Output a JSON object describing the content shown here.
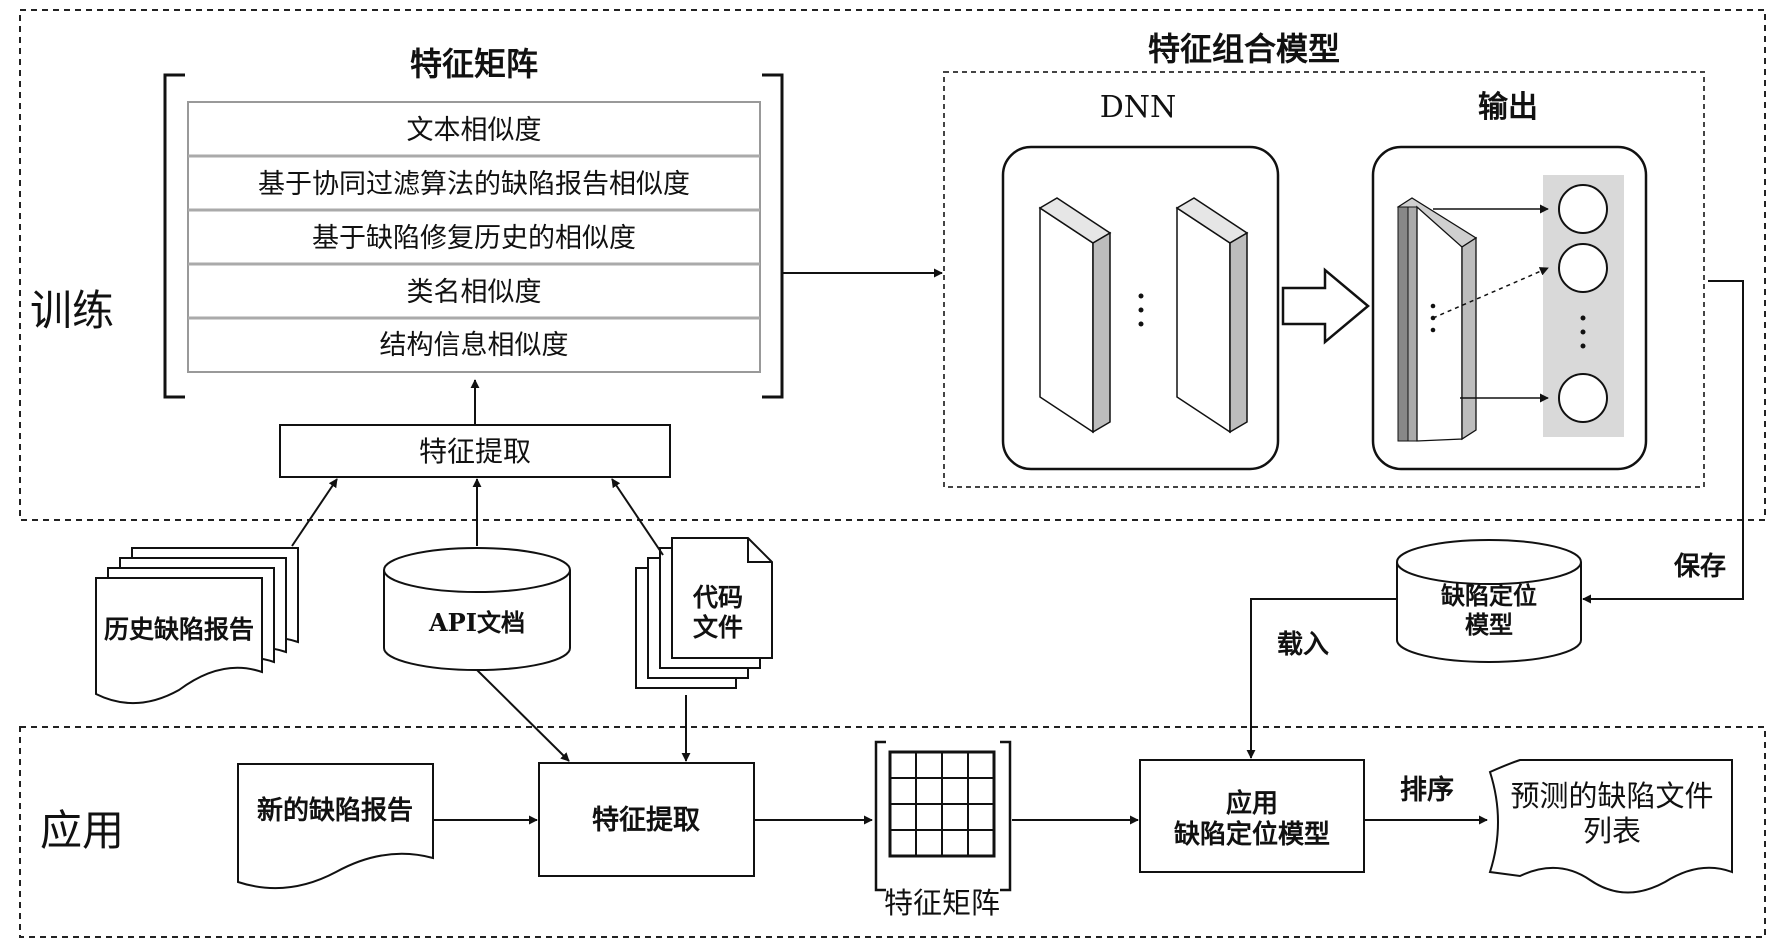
{
  "training": {
    "label": "训练",
    "feature_matrix": {
      "title": "特征矩阵",
      "rows": [
        "文本相似度",
        "基于协同过滤算法的缺陷报告相似度",
        "基于缺陷修复历史的相似度",
        "类名相似度",
        "结构信息相似度"
      ]
    },
    "feature_extraction": "特征提取",
    "model": {
      "title": "特征组合模型",
      "dnn": "DNN",
      "output": "输出"
    }
  },
  "sources": {
    "bug_reports": "历史缺陷报告",
    "api_docs": "API文档",
    "code_files": "代码\n文件"
  },
  "storage": {
    "model_db": "缺陷定位\n模型",
    "save": "保存",
    "load": "载入"
  },
  "application": {
    "label": "应用",
    "new_report": "新的缺陷报告",
    "feature_extraction": "特征提取",
    "feature_matrix": "特征矩阵",
    "apply_model": "应用\n缺陷定位模型",
    "sort": "排序",
    "result": "预测的缺陷文件\n列表"
  }
}
